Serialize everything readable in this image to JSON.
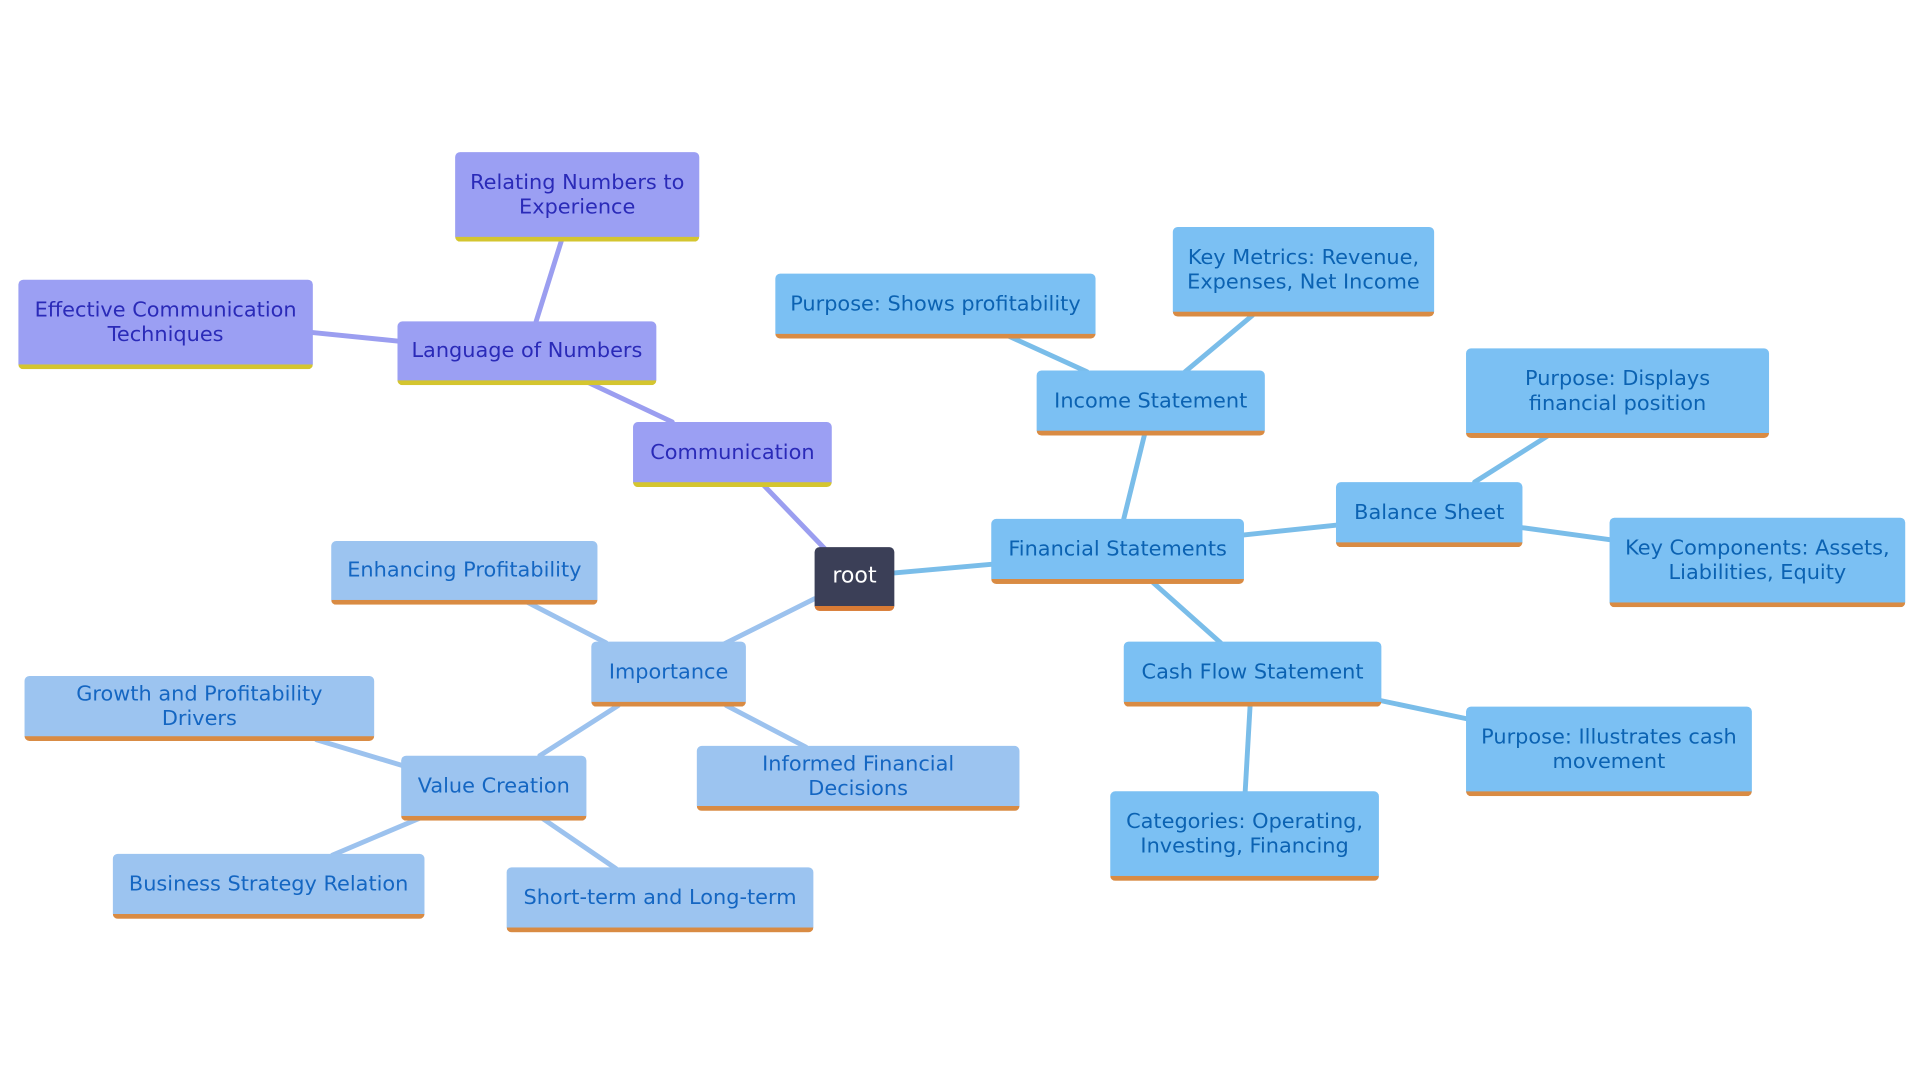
{
  "diagram": {
    "root": "root",
    "financial": {
      "label": "Financial Statements",
      "income": {
        "label": "Income Statement",
        "purpose": "Purpose: Shows profitability",
        "metrics": "Key Metrics: Revenue, Expenses, Net Income"
      },
      "balance": {
        "label": "Balance Sheet",
        "purpose": "Purpose: Displays financial position",
        "components": "Key Components: Assets, Liabilities, Equity"
      },
      "cashflow": {
        "label": "Cash Flow Statement",
        "purpose": "Purpose: Illustrates cash movement",
        "categories": "Categories: Operating, Investing, Financing"
      }
    },
    "importance": {
      "label": "Importance",
      "enhancing": "Enhancing Profitability",
      "informed": "Informed Financial Decisions",
      "value": {
        "label": "Value Creation",
        "growth": "Growth and Profitability Drivers",
        "strategy": "Business Strategy Relation",
        "term": "Short-term and Long-term"
      }
    },
    "communication": {
      "label": "Communication",
      "language": {
        "label": "Language of Numbers",
        "relating": "Relating Numbers to Experience",
        "effective": "Effective Communication Techniques"
      }
    }
  },
  "colors": {
    "root": "#3b3f57",
    "financial_branch": "#7bc0f3",
    "importance_branch": "#9cc4f0",
    "communication_branch": "#9b9ff3",
    "underline_orange": "#d98b43",
    "underline_yellow": "#d4c52f"
  }
}
